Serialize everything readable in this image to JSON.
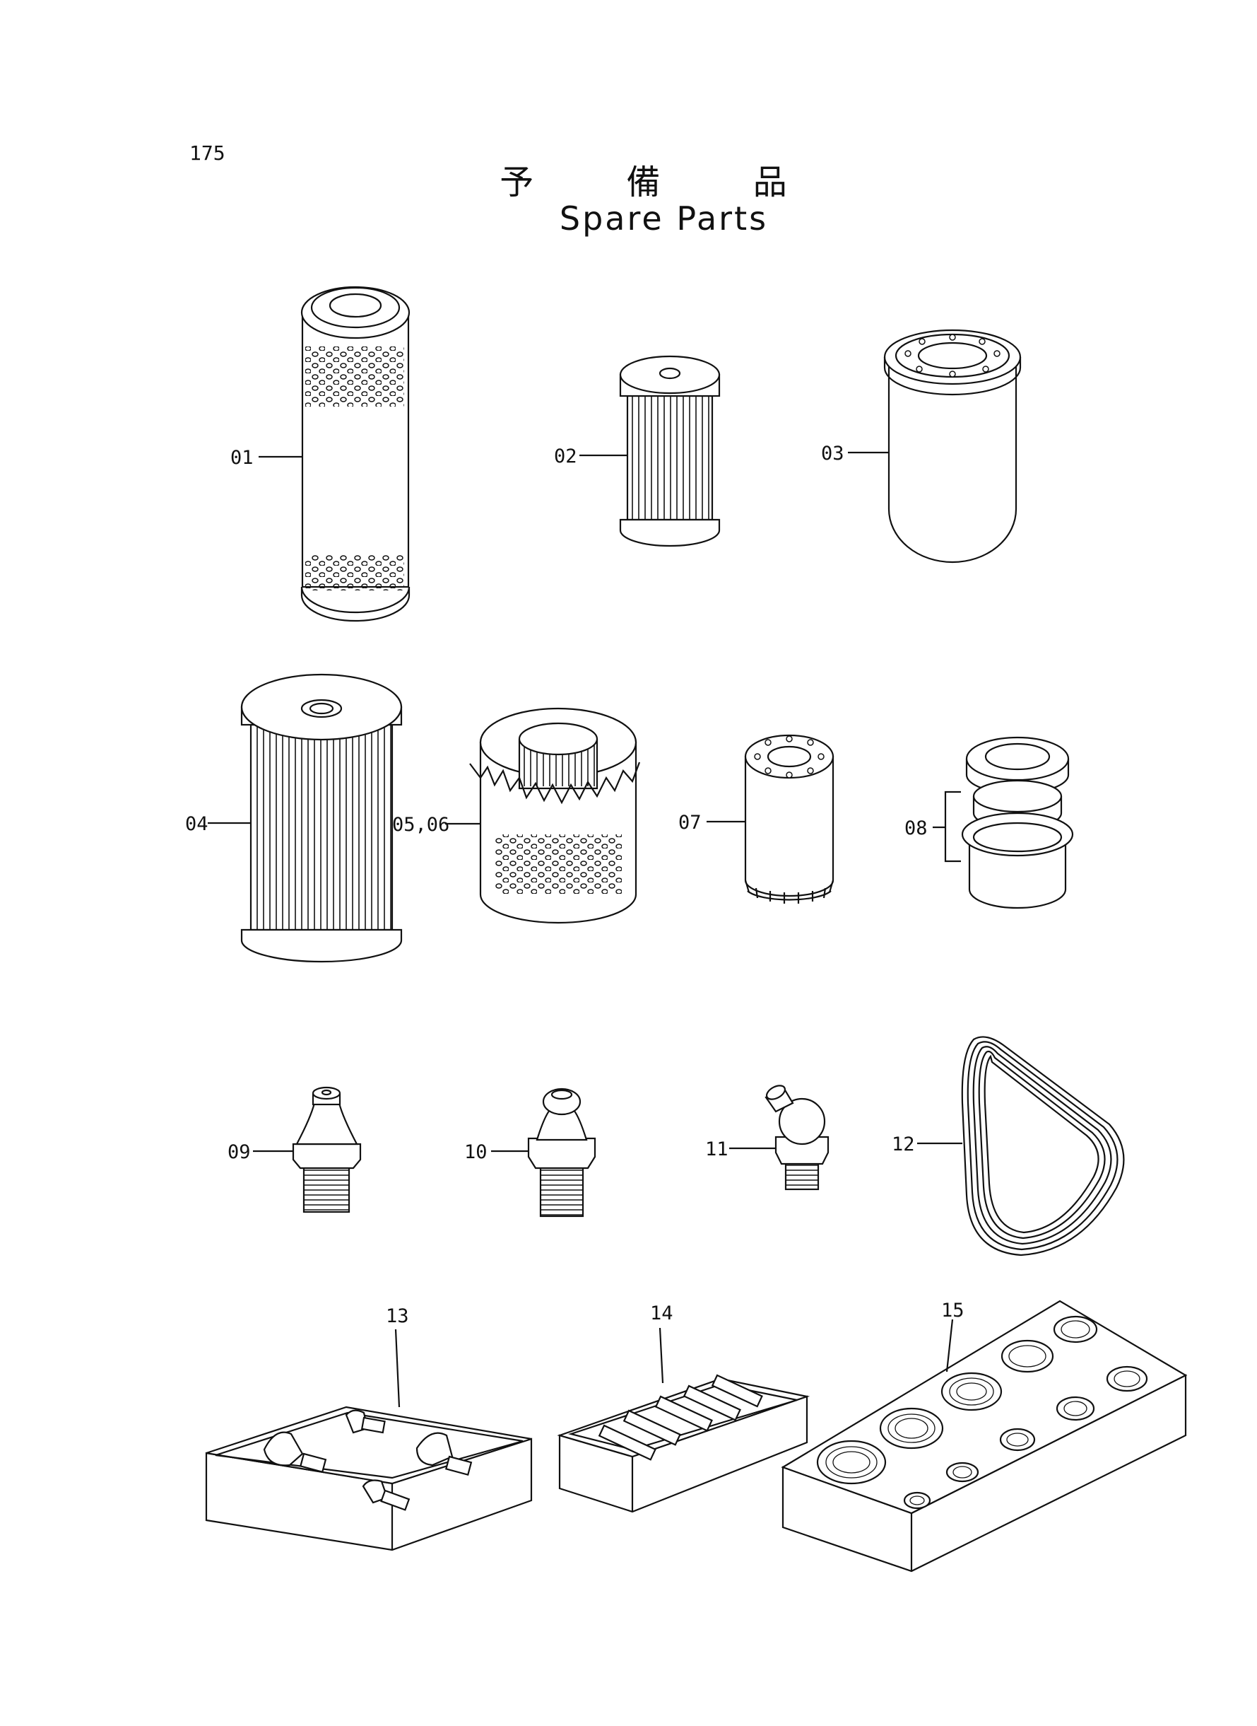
{
  "page": {
    "number": "175",
    "title_jp": "予 備 品",
    "title_en": "Spare Parts"
  },
  "callouts": {
    "p01": "01",
    "p02": "02",
    "p03": "03",
    "p04": "04",
    "p0506": "05,06",
    "p07": "07",
    "p08": "08",
    "p09": "09",
    "p10": "10",
    "p11": "11",
    "p12": "12",
    "p13": "13",
    "p14": "14",
    "p15": "15"
  }
}
